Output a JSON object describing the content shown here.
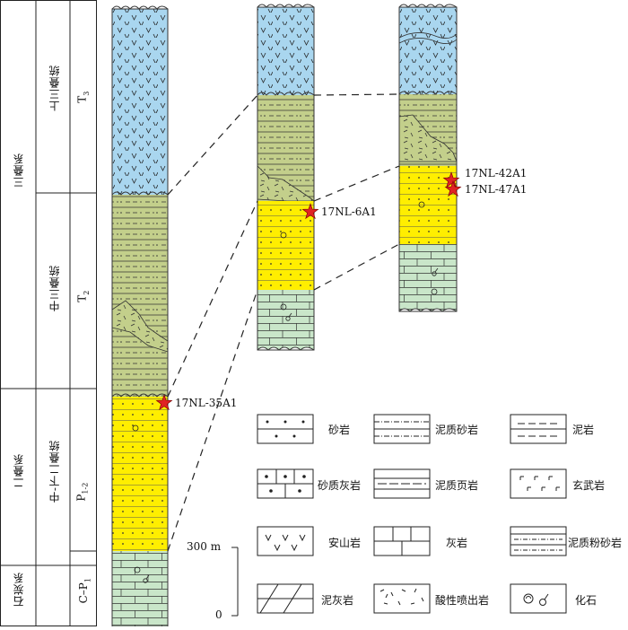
{
  "strat_table": {
    "systems": [
      "三叠系",
      "二叠系",
      "石炭系"
    ],
    "series": [
      "上三叠统",
      "中三叠统",
      "中-下二叠统"
    ],
    "stages": [
      "T3",
      "T2",
      "P1-2",
      "C-P1"
    ]
  },
  "samples": [
    "17NL-35A1",
    "17NL-6A1",
    "17NL-42A1",
    "17NL-47A1"
  ],
  "scale": {
    "top": "300 m",
    "bottom": "0"
  },
  "legend": [
    {
      "id": "sandstone",
      "label": "砂岩"
    },
    {
      "id": "muddy-sandstone",
      "label": "泥质砂岩"
    },
    {
      "id": "mudstone",
      "label": "泥岩"
    },
    {
      "id": "sandy-limestone",
      "label": "砂质灰岩"
    },
    {
      "id": "muddy-shale",
      "label": "泥质页岩"
    },
    {
      "id": "basalt",
      "label": "玄武岩"
    },
    {
      "id": "andesite",
      "label": "安山岩"
    },
    {
      "id": "limestone",
      "label": "灰岩"
    },
    {
      "id": "muddy-siltstone",
      "label": "泥质粉砂岩"
    },
    {
      "id": "marl",
      "label": "泥灰岩"
    },
    {
      "id": "acid-volcanic",
      "label": "酸性喷出岩"
    },
    {
      "id": "fossil",
      "label": "化石"
    }
  ],
  "colors": {
    "volcanic": "#a9d6ef",
    "clastic": "#c3cf8b",
    "sand": "#ffee00",
    "limestone": "#c9e6c9",
    "star": "#e02424"
  }
}
